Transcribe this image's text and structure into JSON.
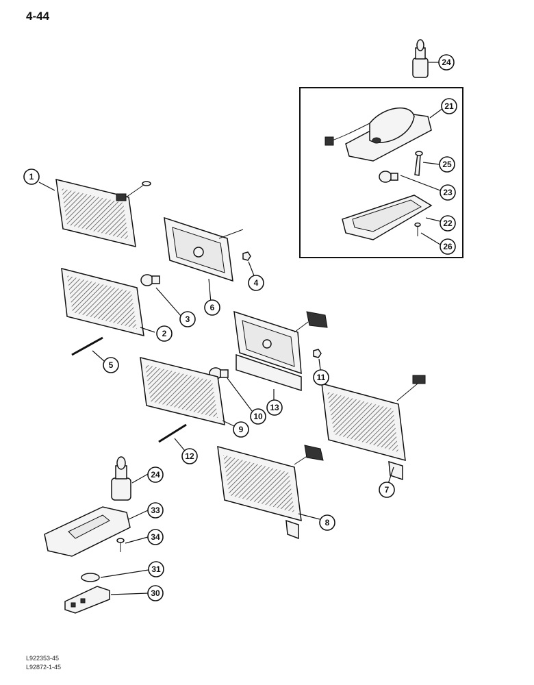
{
  "page_number": "4-44",
  "reference_codes": [
    "L922353-45",
    "L92872-1-45"
  ],
  "callouts": [
    "1",
    "2",
    "3",
    "4",
    "5",
    "6",
    "7",
    "8",
    "9",
    "10",
    "11",
    "12",
    "13",
    "21",
    "22",
    "23",
    "24",
    "24",
    "25",
    "26",
    "30",
    "31",
    "33",
    "34"
  ]
}
